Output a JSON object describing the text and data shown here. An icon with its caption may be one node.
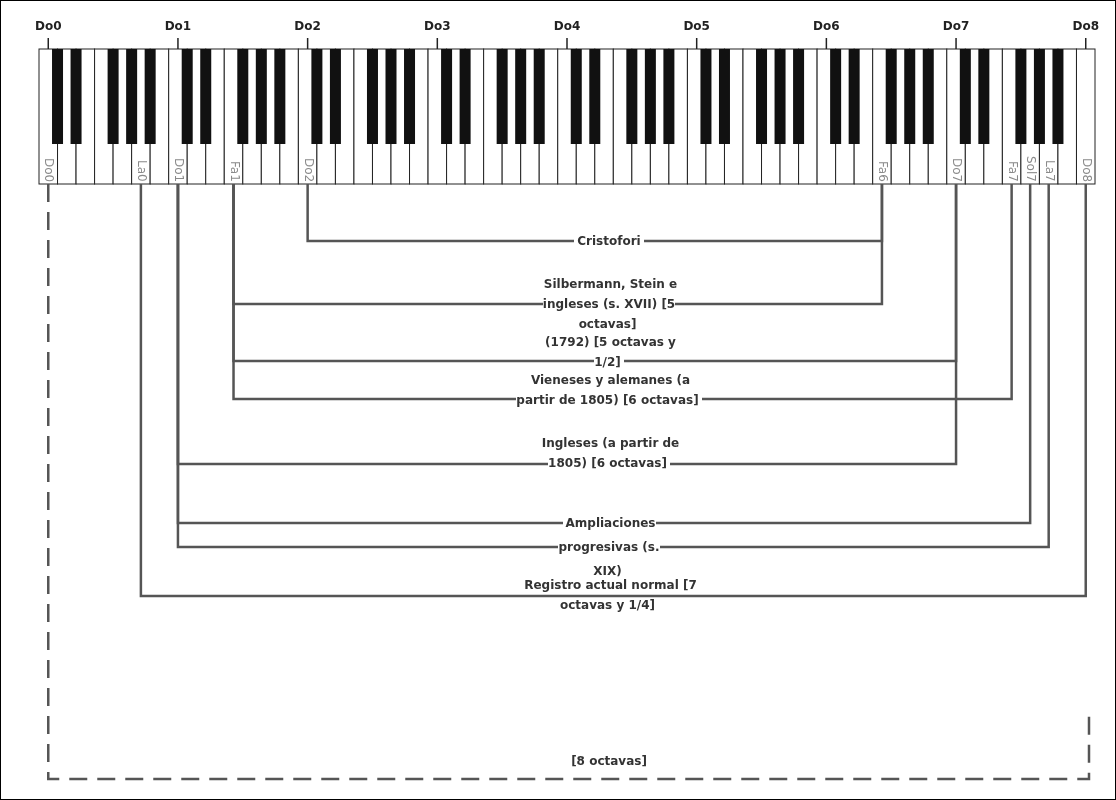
{
  "diagram": {
    "nodes": [
      {
        "text": [
          "Do0"
        ]
      },
      {
        "text": [
          "La0"
        ]
      },
      {
        "text": [
          "Do1"
        ]
      },
      {
        "text": [
          "Fa1"
        ]
      },
      {
        "text": [
          "Do2"
        ]
      },
      {
        "text": [
          "Fa6"
        ]
      },
      {
        "text": [
          "Do7"
        ]
      },
      {
        "text": [
          "Fa7"
        ]
      },
      {
        "text": [
          "Sol7"
        ]
      },
      {
        "text": [
          "La7"
        ]
      },
      {
        "text": [
          "Do8"
        ]
      }
    ],
    "edges": [
      {
        "from": 4,
        "to": 5,
        "arrow": "none",
        "label": "Cristofori"
      },
      {
        "from": 3,
        "to": 5,
        "arrow": "none",
        "label": "Silbermann, Stein e ingleses (s. XVII) [5 octavas]"
      },
      {
        "from": 3,
        "to": 6,
        "arrow": "none",
        "label": "(1792) [5 octavas y 1/2]"
      },
      {
        "from": 3,
        "to": 7,
        "arrow": "none",
        "label": "Vieneses y alemanes (a partir de 1805) [6 octavas]"
      },
      {
        "from": 2,
        "to": 6,
        "arrow": "none",
        "label": "Ingleses (a partir de 1805) [6 octavas]"
      },
      {
        "from": 2,
        "to": 8,
        "arrow": "none",
        "label": "Ampliaciones progresivas (s. XIX)"
      },
      {
        "from": 2,
        "to": 9,
        "arrow": "none"
      },
      {
        "from": 1,
        "to": 10,
        "arrow": "none",
        "label": "Registro actual normal [7 octavas y 1/4]"
      },
      {
        "from": 0,
        "to": null,
        "arrow": "none",
        "style": "dashed",
        "label": "[8 octavas]"
      }
    ],
    "labels": [
      "Do0",
      "Do1",
      "Do2",
      "Do3",
      "Do4",
      "Do5",
      "Do6",
      "Do7",
      "Do8"
    ]
  }
}
